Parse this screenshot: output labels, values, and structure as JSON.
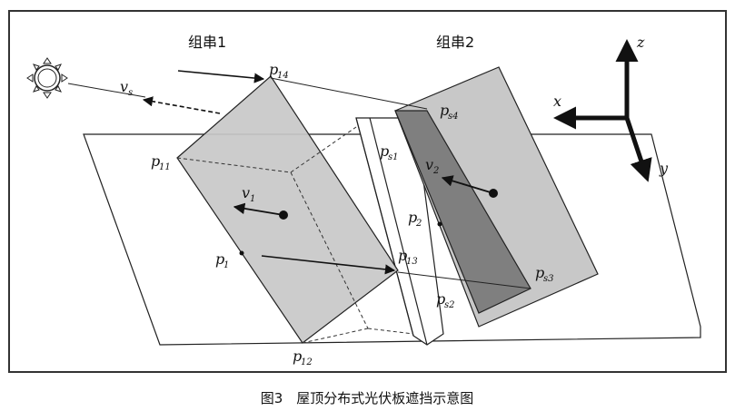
{
  "caption": "图3　屋顶分布式光伏板遮挡示意图",
  "groups": {
    "group1": "组串1",
    "group2": "组串2"
  },
  "axes": {
    "x": "x",
    "y": "y",
    "z": "z"
  },
  "vectors": {
    "vs": {
      "base": "v",
      "sub": "s"
    },
    "v1": {
      "base": "v",
      "sub": "1"
    },
    "v2": {
      "base": "v",
      "sub": "2"
    }
  },
  "points": {
    "p1": {
      "base": "p",
      "sub": "1"
    },
    "p2": {
      "base": "p",
      "sub": "2"
    },
    "p11": {
      "base": "p",
      "sub": "11"
    },
    "p12": {
      "base": "p",
      "sub": "12"
    },
    "p13": {
      "base": "p",
      "sub": "13"
    },
    "p14": {
      "base": "p",
      "sub": "14"
    },
    "ps1": {
      "base": "p",
      "sub": "s1"
    },
    "ps2": {
      "base": "p",
      "sub": "s2"
    },
    "ps3": {
      "base": "p",
      "sub": "s3"
    },
    "ps4": {
      "base": "p",
      "sub": "s4"
    }
  },
  "colors": {
    "panel": "#c8c8c8",
    "shadow": "#7f7f7f",
    "line": "#222222",
    "frame": "#333333"
  }
}
